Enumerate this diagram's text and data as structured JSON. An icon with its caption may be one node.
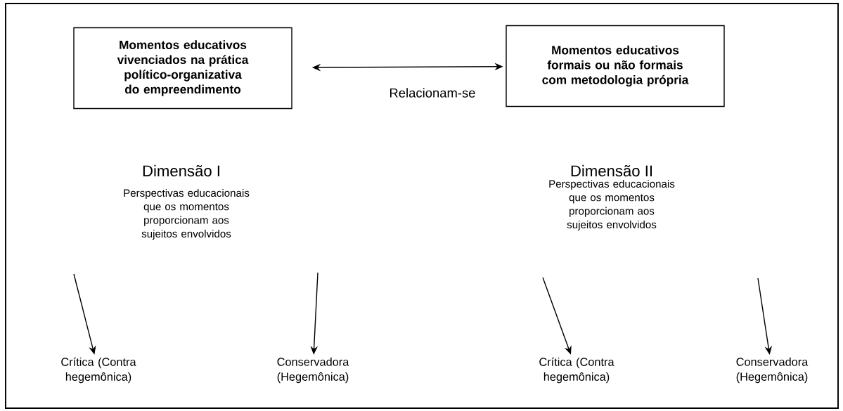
{
  "diagram": {
    "nodes": [
      {
        "text": [
          "Momentos educativos vivenciados na prática político-organizativa do empreendimento"
        ]
      },
      {
        "text": [
          "Momentos educativos formais ou não formais com metodologia própria"
        ]
      },
      {
        "text": [
          "Crítica (Contra hegemônica)"
        ]
      },
      {
        "text": [
          "Conservadora (Hegemônica)"
        ]
      },
      {
        "text": [
          "Crítica (Contra hegemônica)"
        ]
      },
      {
        "text": [
          "Conservadora (Hegemônica)"
        ]
      }
    ],
    "edges": [
      {
        "from": 0,
        "to": 1,
        "arrow": "both",
        "label": "Relacionam-se"
      },
      {
        "from": null,
        "to": 2,
        "arrow": "to"
      },
      {
        "from": null,
        "to": 3,
        "arrow": "to"
      },
      {
        "from": null,
        "to": 4,
        "arrow": "to"
      },
      {
        "from": null,
        "to": 5,
        "arrow": "to"
      }
    ],
    "labels": [
      "Dimensão I",
      "Dimensão II",
      "Perspectivas educacionais que os momentos proporcionam aos sujeitos envolvidos",
      "Perspectivas educacionais que os momentos proporcionam aos sujeitos envolvidos"
    ]
  }
}
